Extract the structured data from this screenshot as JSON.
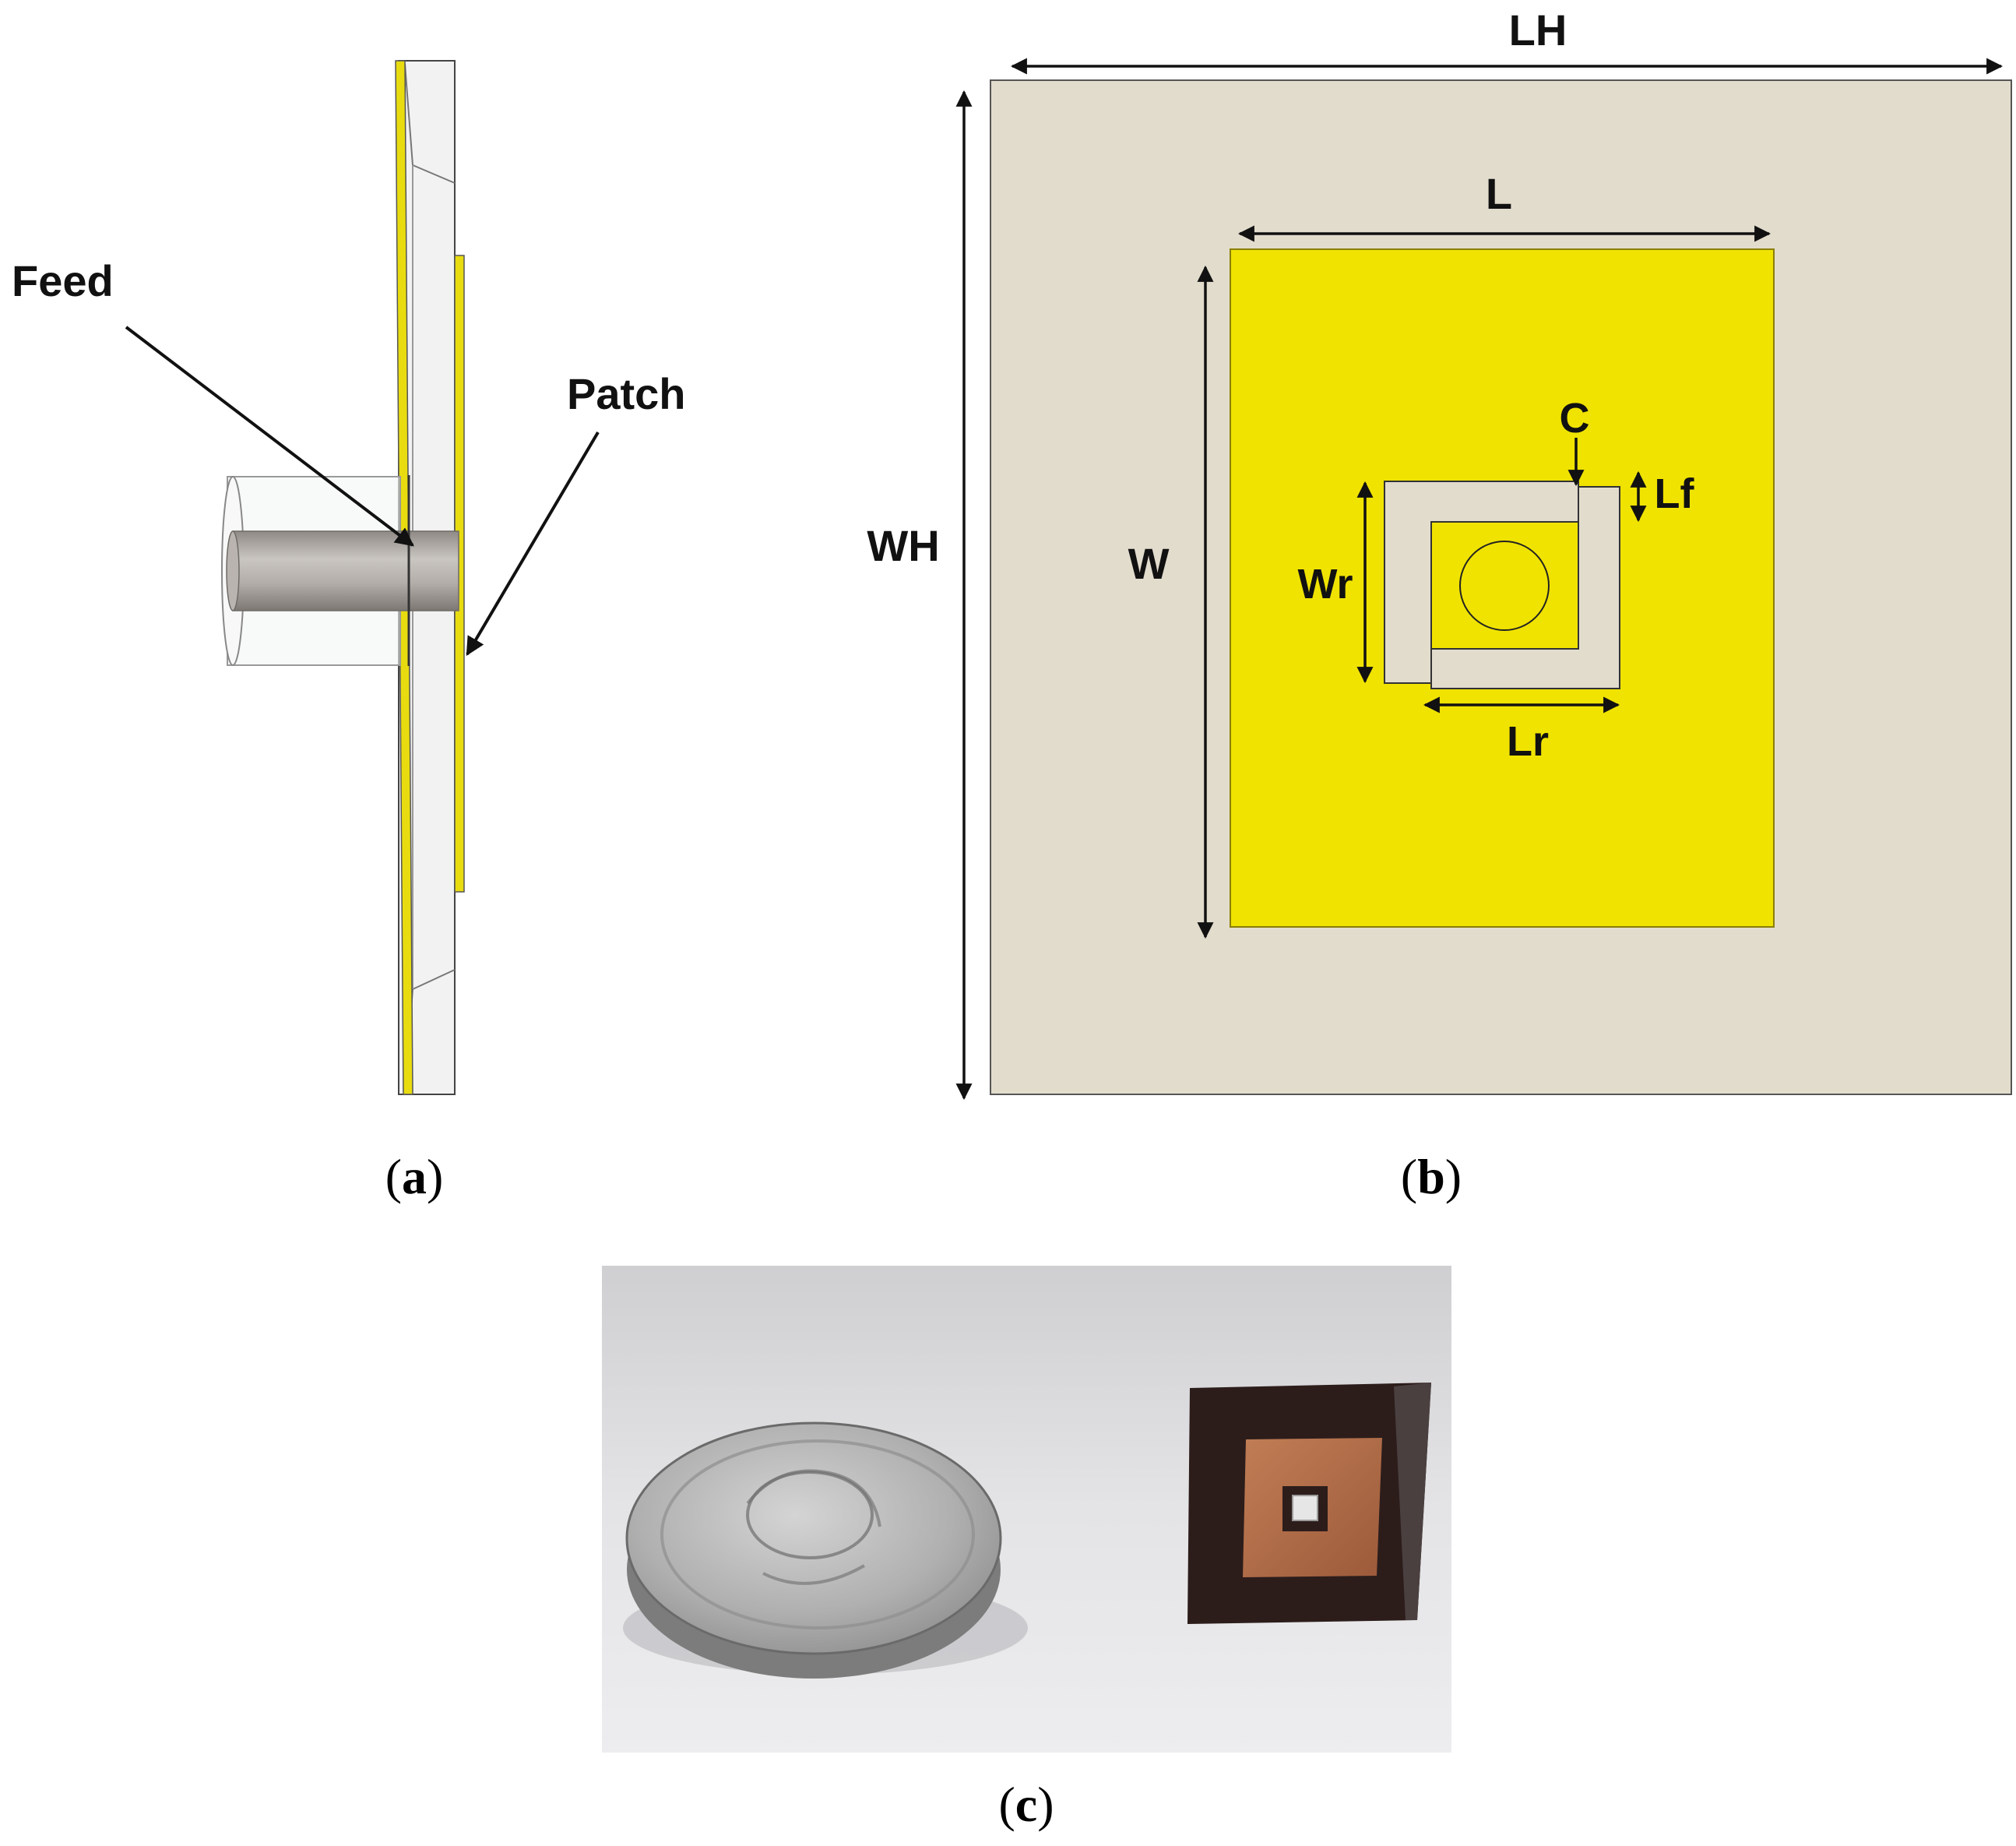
{
  "panel_a": {
    "feed_label": "Feed",
    "patch_label": "Patch",
    "caption_open": "(",
    "caption_letter": "a",
    "caption_close": ")"
  },
  "panel_b": {
    "dimensions": {
      "LH": "LH",
      "WH": "WH",
      "L": "L",
      "W": "W",
      "C": "C",
      "Lf": "Lf",
      "Wr": "Wr",
      "Lr": "Lr"
    },
    "caption_open": "(",
    "caption_letter": "b",
    "caption_close": ")"
  },
  "panel_c": {
    "caption_open": "(",
    "caption_letter": "c",
    "caption_close": ")"
  },
  "colors": {
    "substrate": "#e2dccd",
    "patch": "#f2e600",
    "patch_edge": "#c8b400",
    "arrow": "#111111",
    "coax_core": "#a49f9a",
    "coin_silver": "#a6a6a6",
    "board_dark": "#2e1e1c",
    "board_copper": "#b36e4a"
  }
}
